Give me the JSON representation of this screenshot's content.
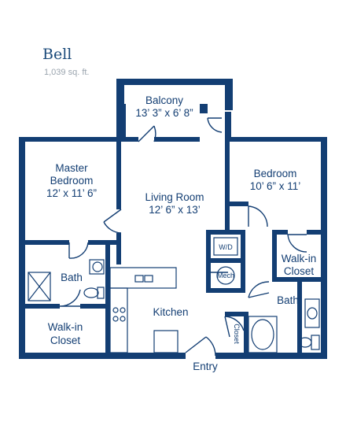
{
  "plan": {
    "name": "Bell",
    "area": "1,039 sq. ft."
  },
  "rooms": {
    "balcony": {
      "name": "Balcony",
      "dims": "13’ 3” x 6’ 8”"
    },
    "master_bedroom": {
      "name_line1": "Master",
      "name_line2": "Bedroom",
      "dims": "12’ x 11’ 6”"
    },
    "living_room": {
      "name": "Living Room",
      "dims": "12’ 6” x 13’"
    },
    "bedroom": {
      "name": "Bedroom",
      "dims": "10’ 6” x 11’"
    },
    "wd": "W/D",
    "mech": "Mech",
    "walkin_closet_right": {
      "line1": "Walk-in",
      "line2": "Closet"
    },
    "bath_left": "Bath",
    "bath_right": "Bath",
    "walkin_closet_left": {
      "line1": "Walk-in",
      "line2": "Closet"
    },
    "kitchen": "Kitchen",
    "closet": "Closet",
    "entry": "Entry"
  },
  "colors": {
    "wall": "#133e73",
    "text": "#133e73",
    "title": "#1a4a7a",
    "subtitle": "#9aa4ae"
  }
}
